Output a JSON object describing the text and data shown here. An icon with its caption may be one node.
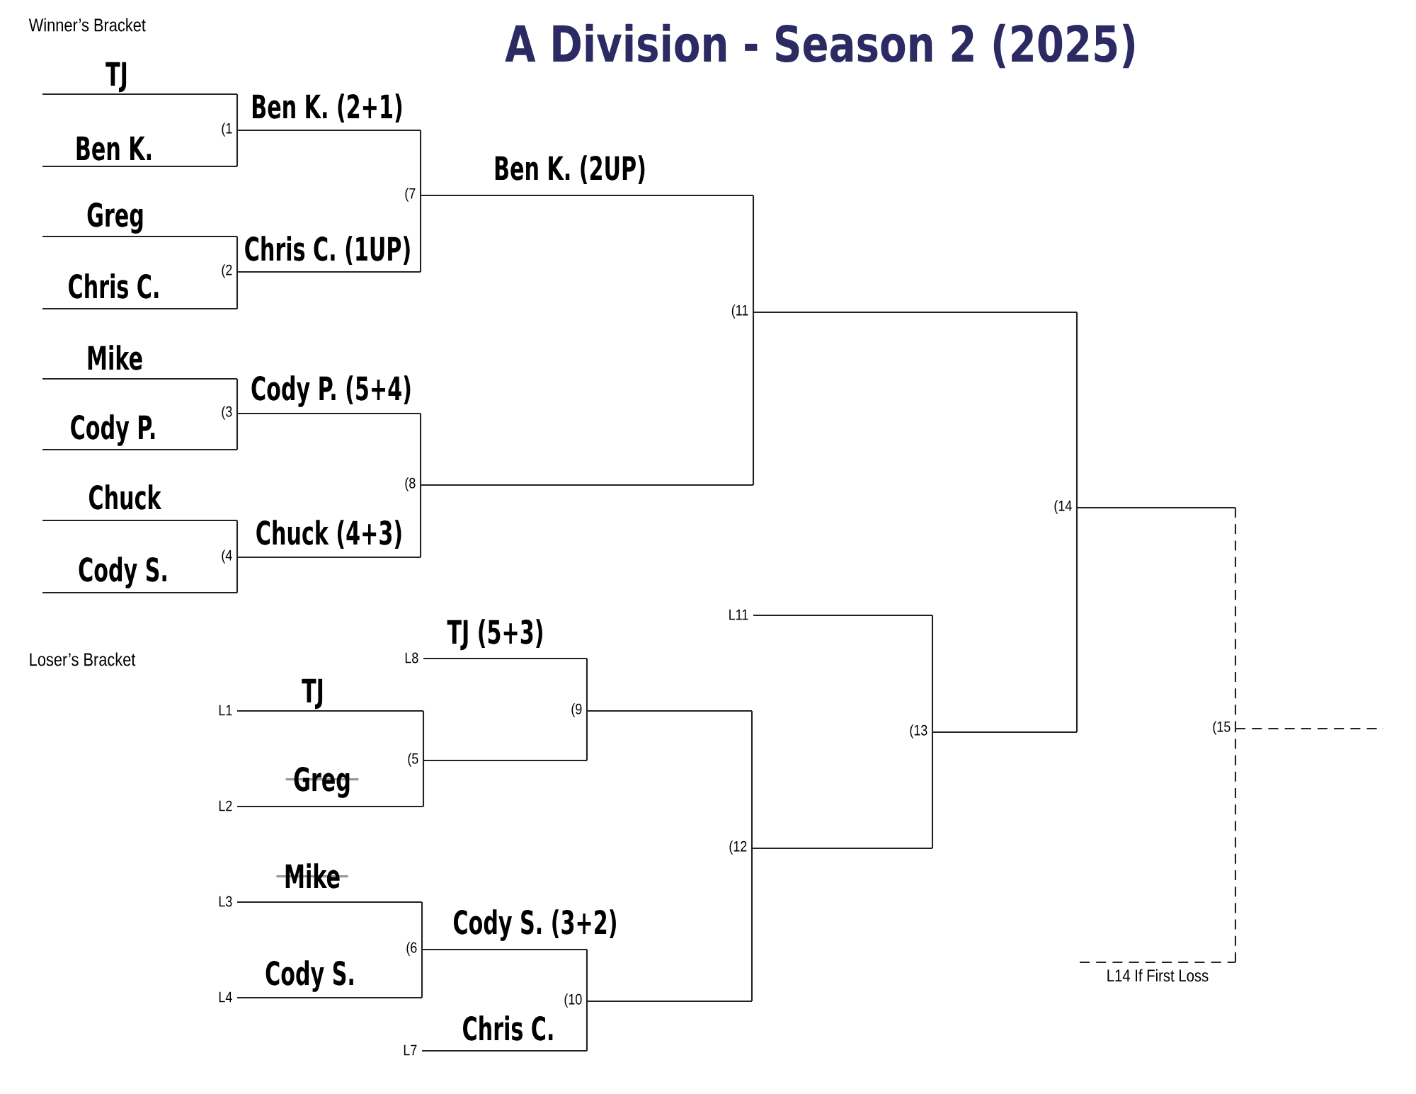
{
  "diagram": {
    "title": "A Division - Season 2 (2025)",
    "nodes": [
      {
        "text": [
          "TJ"
        ]
      },
      {
        "text": [
          "Ben K."
        ]
      },
      {
        "text": [
          "Greg"
        ]
      },
      {
        "text": [
          "Chris C."
        ]
      },
      {
        "text": [
          "Mike"
        ]
      },
      {
        "text": [
          "Cody P."
        ]
      },
      {
        "text": [
          "Chuck"
        ]
      },
      {
        "text": [
          "Cody S."
        ]
      },
      {
        "text": [
          "Ben K. (2+1)"
        ],
        "beside": [
          "(1"
        ]
      },
      {
        "text": [
          "Chris C. (1UP)"
        ],
        "beside": [
          "(2"
        ]
      },
      {
        "text": [
          "Cody P. (5+4)"
        ],
        "beside": [
          "(3"
        ]
      },
      {
        "text": [
          "Chuck (4+3)"
        ],
        "beside": [
          "(4"
        ]
      },
      {
        "text": [
          "Ben K. (2UP)"
        ],
        "beside": [
          "(7"
        ]
      },
      {
        "text": [],
        "shape": "line",
        "beside": [
          "(8"
        ]
      },
      {
        "text": [],
        "shape": "line",
        "beside": [
          "(11"
        ]
      },
      {
        "text": [],
        "shape": "line",
        "beside": [
          "(14"
        ]
      },
      {
        "text": [
          "TJ"
        ],
        "beside": [
          "L1"
        ]
      },
      {
        "text": [
          "Greg"
        ],
        "beside": [
          "L2"
        ]
      },
      {
        "text": [
          "Mike"
        ],
        "beside": [
          "L3"
        ]
      },
      {
        "text": [
          "Cody S."
        ],
        "beside": [
          "L4"
        ]
      },
      {
        "text": [
          "TJ (5+3)"
        ],
        "beside": [
          "L8"
        ]
      },
      {
        "text": [],
        "shape": "line",
        "beside": [
          "(5"
        ]
      },
      {
        "text": [
          "Cody S. (3+2)"
        ],
        "beside": [
          "(6"
        ]
      },
      {
        "text": [
          "Chris C."
        ],
        "beside": [
          "L7"
        ]
      },
      {
        "text": [],
        "shape": "line",
        "beside": [
          "(9"
        ]
      },
      {
        "text": [],
        "shape": "line",
        "beside": [
          "(10"
        ]
      },
      {
        "text": [],
        "shape": "line",
        "beside": [
          "(12"
        ]
      },
      {
        "text": [],
        "shape": "line",
        "beside": [
          "L11"
        ]
      },
      {
        "text": [],
        "shape": "line",
        "beside": [
          "(13"
        ]
      },
      {
        "text": [],
        "shape": "line",
        "beside": [
          "L14 If First Loss"
        ]
      },
      {
        "text": [],
        "shape": "line",
        "beside": [
          "(15"
        ]
      }
    ],
    "edges": [
      {
        "from": 0,
        "to": 8,
        "arrow": "none"
      },
      {
        "from": 1,
        "to": 8,
        "arrow": "none"
      },
      {
        "from": 2,
        "to": 9,
        "arrow": "none"
      },
      {
        "from": 3,
        "to": 9,
        "arrow": "none"
      },
      {
        "from": 4,
        "to": 10,
        "arrow": "none"
      },
      {
        "from": 5,
        "to": 10,
        "arrow": "none"
      },
      {
        "from": 6,
        "to": 11,
        "arrow": "none"
      },
      {
        "from": 7,
        "to": 11,
        "arrow": "none"
      },
      {
        "from": 8,
        "to": 12,
        "arrow": "none"
      },
      {
        "from": 9,
        "to": 12,
        "arrow": "none"
      },
      {
        "from": 10,
        "to": 13,
        "arrow": "none"
      },
      {
        "from": 11,
        "to": 13,
        "arrow": "none"
      },
      {
        "from": 12,
        "to": 14,
        "arrow": "none"
      },
      {
        "from": 13,
        "to": 14,
        "arrow": "none"
      },
      {
        "from": 14,
        "to": 15,
        "arrow": "none"
      },
      {
        "from": 28,
        "to": 15,
        "arrow": "none"
      },
      {
        "from": 15,
        "to": 30,
        "arrow": "none",
        "style": "dashed"
      },
      {
        "from": 29,
        "to": 30,
        "arrow": "none",
        "style": "dashed"
      },
      {
        "from": 16,
        "to": 21,
        "arrow": "none"
      },
      {
        "from": 17,
        "to": 21,
        "arrow": "none"
      },
      {
        "from": 18,
        "to": 22,
        "arrow": "none"
      },
      {
        "from": 19,
        "to": 22,
        "arrow": "none"
      },
      {
        "from": 20,
        "to": 24,
        "arrow": "none"
      },
      {
        "from": 21,
        "to": 24,
        "arrow": "none"
      },
      {
        "from": 22,
        "to": 25,
        "arrow": "none"
      },
      {
        "from": 23,
        "to": 25,
        "arrow": "none"
      },
      {
        "from": 24,
        "to": 26,
        "arrow": "none"
      },
      {
        "from": 25,
        "to": 26,
        "arrow": "none"
      },
      {
        "from": 27,
        "to": 28,
        "arrow": "none"
      },
      {
        "from": 26,
        "to": 28,
        "arrow": "none"
      }
    ],
    "labels": [
      "Winner’s Bracket",
      "Loser’s Bracket"
    ]
  }
}
